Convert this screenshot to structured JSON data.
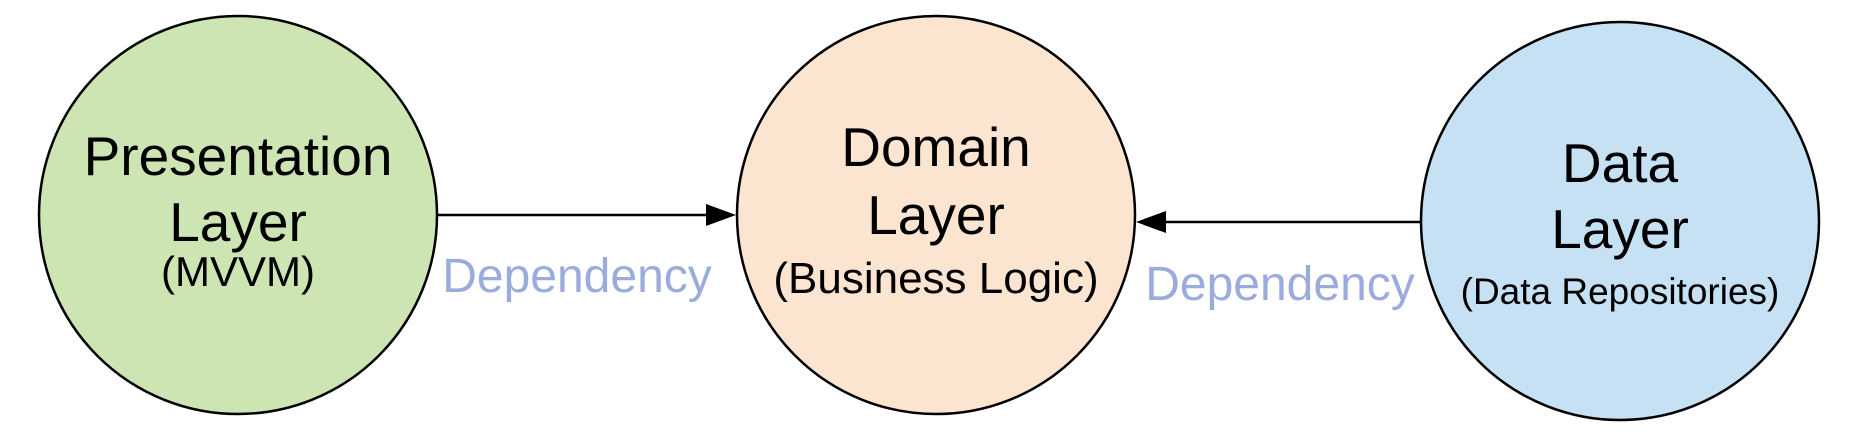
{
  "diagram": {
    "background": "#ffffff",
    "stroke_color": "#000000",
    "edge_label_color": "#9aacdc",
    "nodes": [
      {
        "id": "presentation-layer",
        "line1": "Presentation",
        "line2": "Layer",
        "sub": "(MVVM)",
        "fill": "#cce5b2"
      },
      {
        "id": "domain-layer",
        "line1": "Domain",
        "line2": "Layer",
        "sub": "(Business Logic)",
        "fill": "#fbe5d0"
      },
      {
        "id": "data-layer",
        "line1": "Data",
        "line2": "Layer",
        "sub": "(Data Repositories)",
        "fill": "#c6e0f4"
      }
    ],
    "edges": [
      {
        "id": "presentation-to-domain",
        "label": "Dependency",
        "from": "presentation-layer",
        "to": "domain-layer",
        "arrow_direction": "right"
      },
      {
        "id": "data-to-domain",
        "label": "Dependency",
        "from": "data-layer",
        "to": "domain-layer",
        "arrow_direction": "left"
      }
    ]
  }
}
